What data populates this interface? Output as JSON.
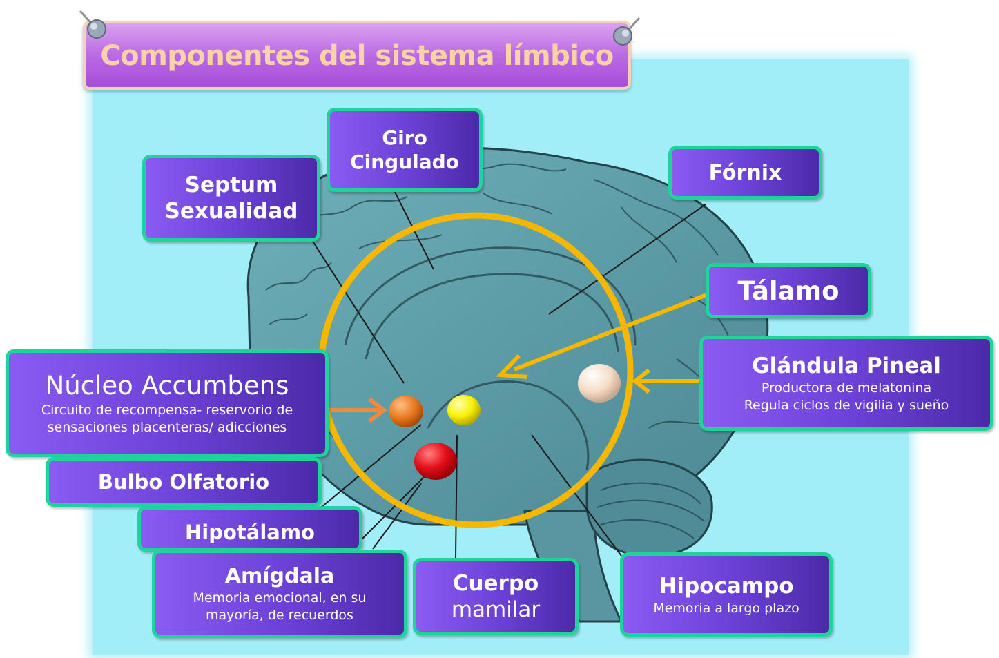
{
  "title": "Componentes del sistema límbico",
  "labels": {
    "giro": {
      "l1": "Giro",
      "l2": "Cingulado"
    },
    "septum": {
      "l1": "Septum",
      "l2": "Sexualidad"
    },
    "fornix": "Fórnix",
    "talamo": "Tálamo",
    "pineal": {
      "title": "Glándula Pineal",
      "d1": "Productora de melatonina",
      "d2": "Regula ciclos de  vigilia y sueño"
    },
    "accumbens": {
      "title": "Núcleo Accumbens",
      "d1": "Circuito de recompensa- reservorio de",
      "d2": "sensaciones placenteras/ adicciones"
    },
    "bulbo": "Bulbo Olfatorio",
    "hipotalamo": "Hipotálamo",
    "amigdala": {
      "title": "Amígdala",
      "d1": "Memoria emocional, en su",
      "d2": "mayoría, de recuerdos"
    },
    "cuerpo": {
      "l1": "Cuerpo",
      "l2": "mamilar"
    },
    "hipocampo": {
      "title": "Hipocampo",
      "d1": "Memoria a largo plazo"
    }
  },
  "colors": {
    "background": "#a2eef8",
    "box_border": "#1fd39a",
    "box_fill": "#6a40d4",
    "circle": "#f5b700",
    "arrow_orange": "#f08a3c",
    "arrow_yellow": "#f5b700",
    "brain": "#5e9aa5",
    "marker_orange": "#e8781e",
    "marker_yellow": "#f7f000",
    "marker_red": "#e4101a",
    "marker_peach": "#f7dcc6"
  },
  "icons": [
    "pushpin-icon",
    "pushpin-icon"
  ]
}
